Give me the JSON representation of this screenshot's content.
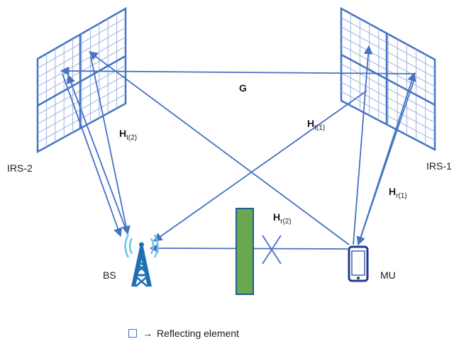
{
  "labels": {
    "irs2": "IRS-2",
    "irs1": "IRS-1",
    "bs": "BS",
    "mu": "MU",
    "g": "G",
    "ht2_main": "H",
    "ht2_sub": "t(2)",
    "ht1_main": "H",
    "ht1_sub": "t(1)",
    "hr2_main": "H",
    "hr2_sub": "r(2)",
    "hr1_main": "H",
    "hr1_sub": "r(1)"
  },
  "legend": {
    "arrow": "→",
    "text": "Reflecting element"
  },
  "colors": {
    "panel": "#4472c4",
    "grid_light": "#9db3e0",
    "arrow": "#4472c4",
    "tower": "#1f6fb2",
    "wave": "#6fc3ea",
    "blocker_fill": "#6aa84f",
    "blocker_stroke": "#1f5f8b",
    "phone": "#1f3a93"
  }
}
